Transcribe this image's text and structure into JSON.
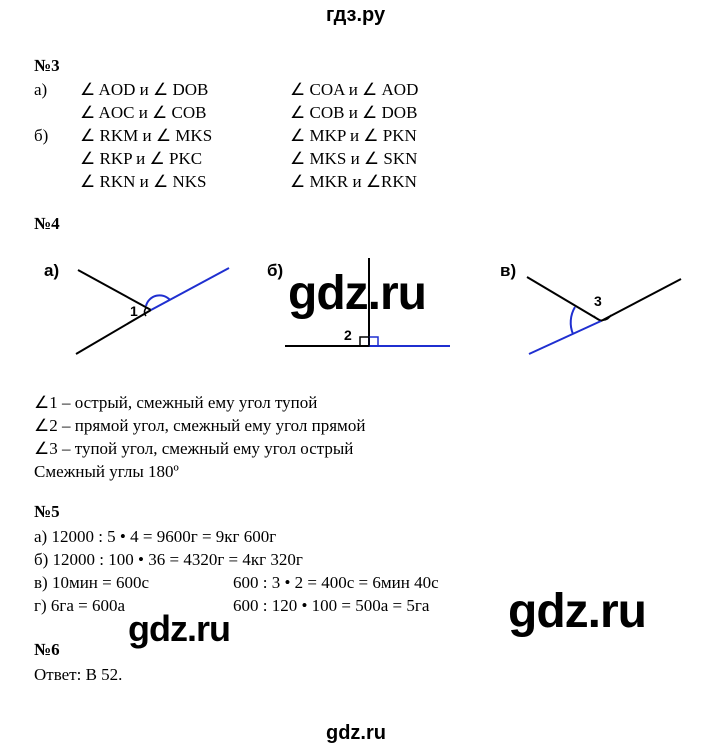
{
  "site_header": "гдз.ру",
  "watermark": "gdz.ru",
  "problem3": {
    "heading": "№3",
    "label_a": "а)",
    "label_b": "б)",
    "col1": [
      "∠ AOD и ∠ DOB",
      "∠ AOC и ∠ COB",
      "∠ RKM и ∠ MKS",
      "∠ RKP и ∠ PKC",
      "∠ RKN и ∠ NKS"
    ],
    "col2": [
      "∠ COA и ∠ AOD",
      "∠ COB и ∠ DOB",
      "∠ MKP и ∠ PKN",
      "∠ MKS и ∠ SKN",
      "∠ MKR и ∠RKN"
    ]
  },
  "problem4": {
    "heading": "№4",
    "figure_labels": [
      "а)",
      "б)",
      "в)"
    ],
    "angle_labels": [
      "1",
      "2",
      "3"
    ],
    "lines": [
      "∠1 – острый, смежный ему угол тупой",
      "∠2 – прямой угол, смежный ему угол прямой",
      "∠3 – тупой угол, смежный ему угол острый",
      "Смежный углы 180º"
    ]
  },
  "problem5": {
    "heading": "№5",
    "lines": [
      "а) 12000 : 5 • 4 = 9600г = 9кг 600г",
      "б) 12000 : 100 • 36 = 4320г = 4кг 320г",
      "в) 10мин = 600с",
      "г) 6га = 600а"
    ],
    "right": [
      "600 : 3 • 2 = 400с = 6мин 40с",
      "600 : 120 • 100 = 500а = 5га"
    ]
  },
  "problem6": {
    "heading": "№6",
    "answer": "Ответ: В 52."
  },
  "colors": {
    "blue_line": "#1f2fd0",
    "black": "#000000"
  }
}
